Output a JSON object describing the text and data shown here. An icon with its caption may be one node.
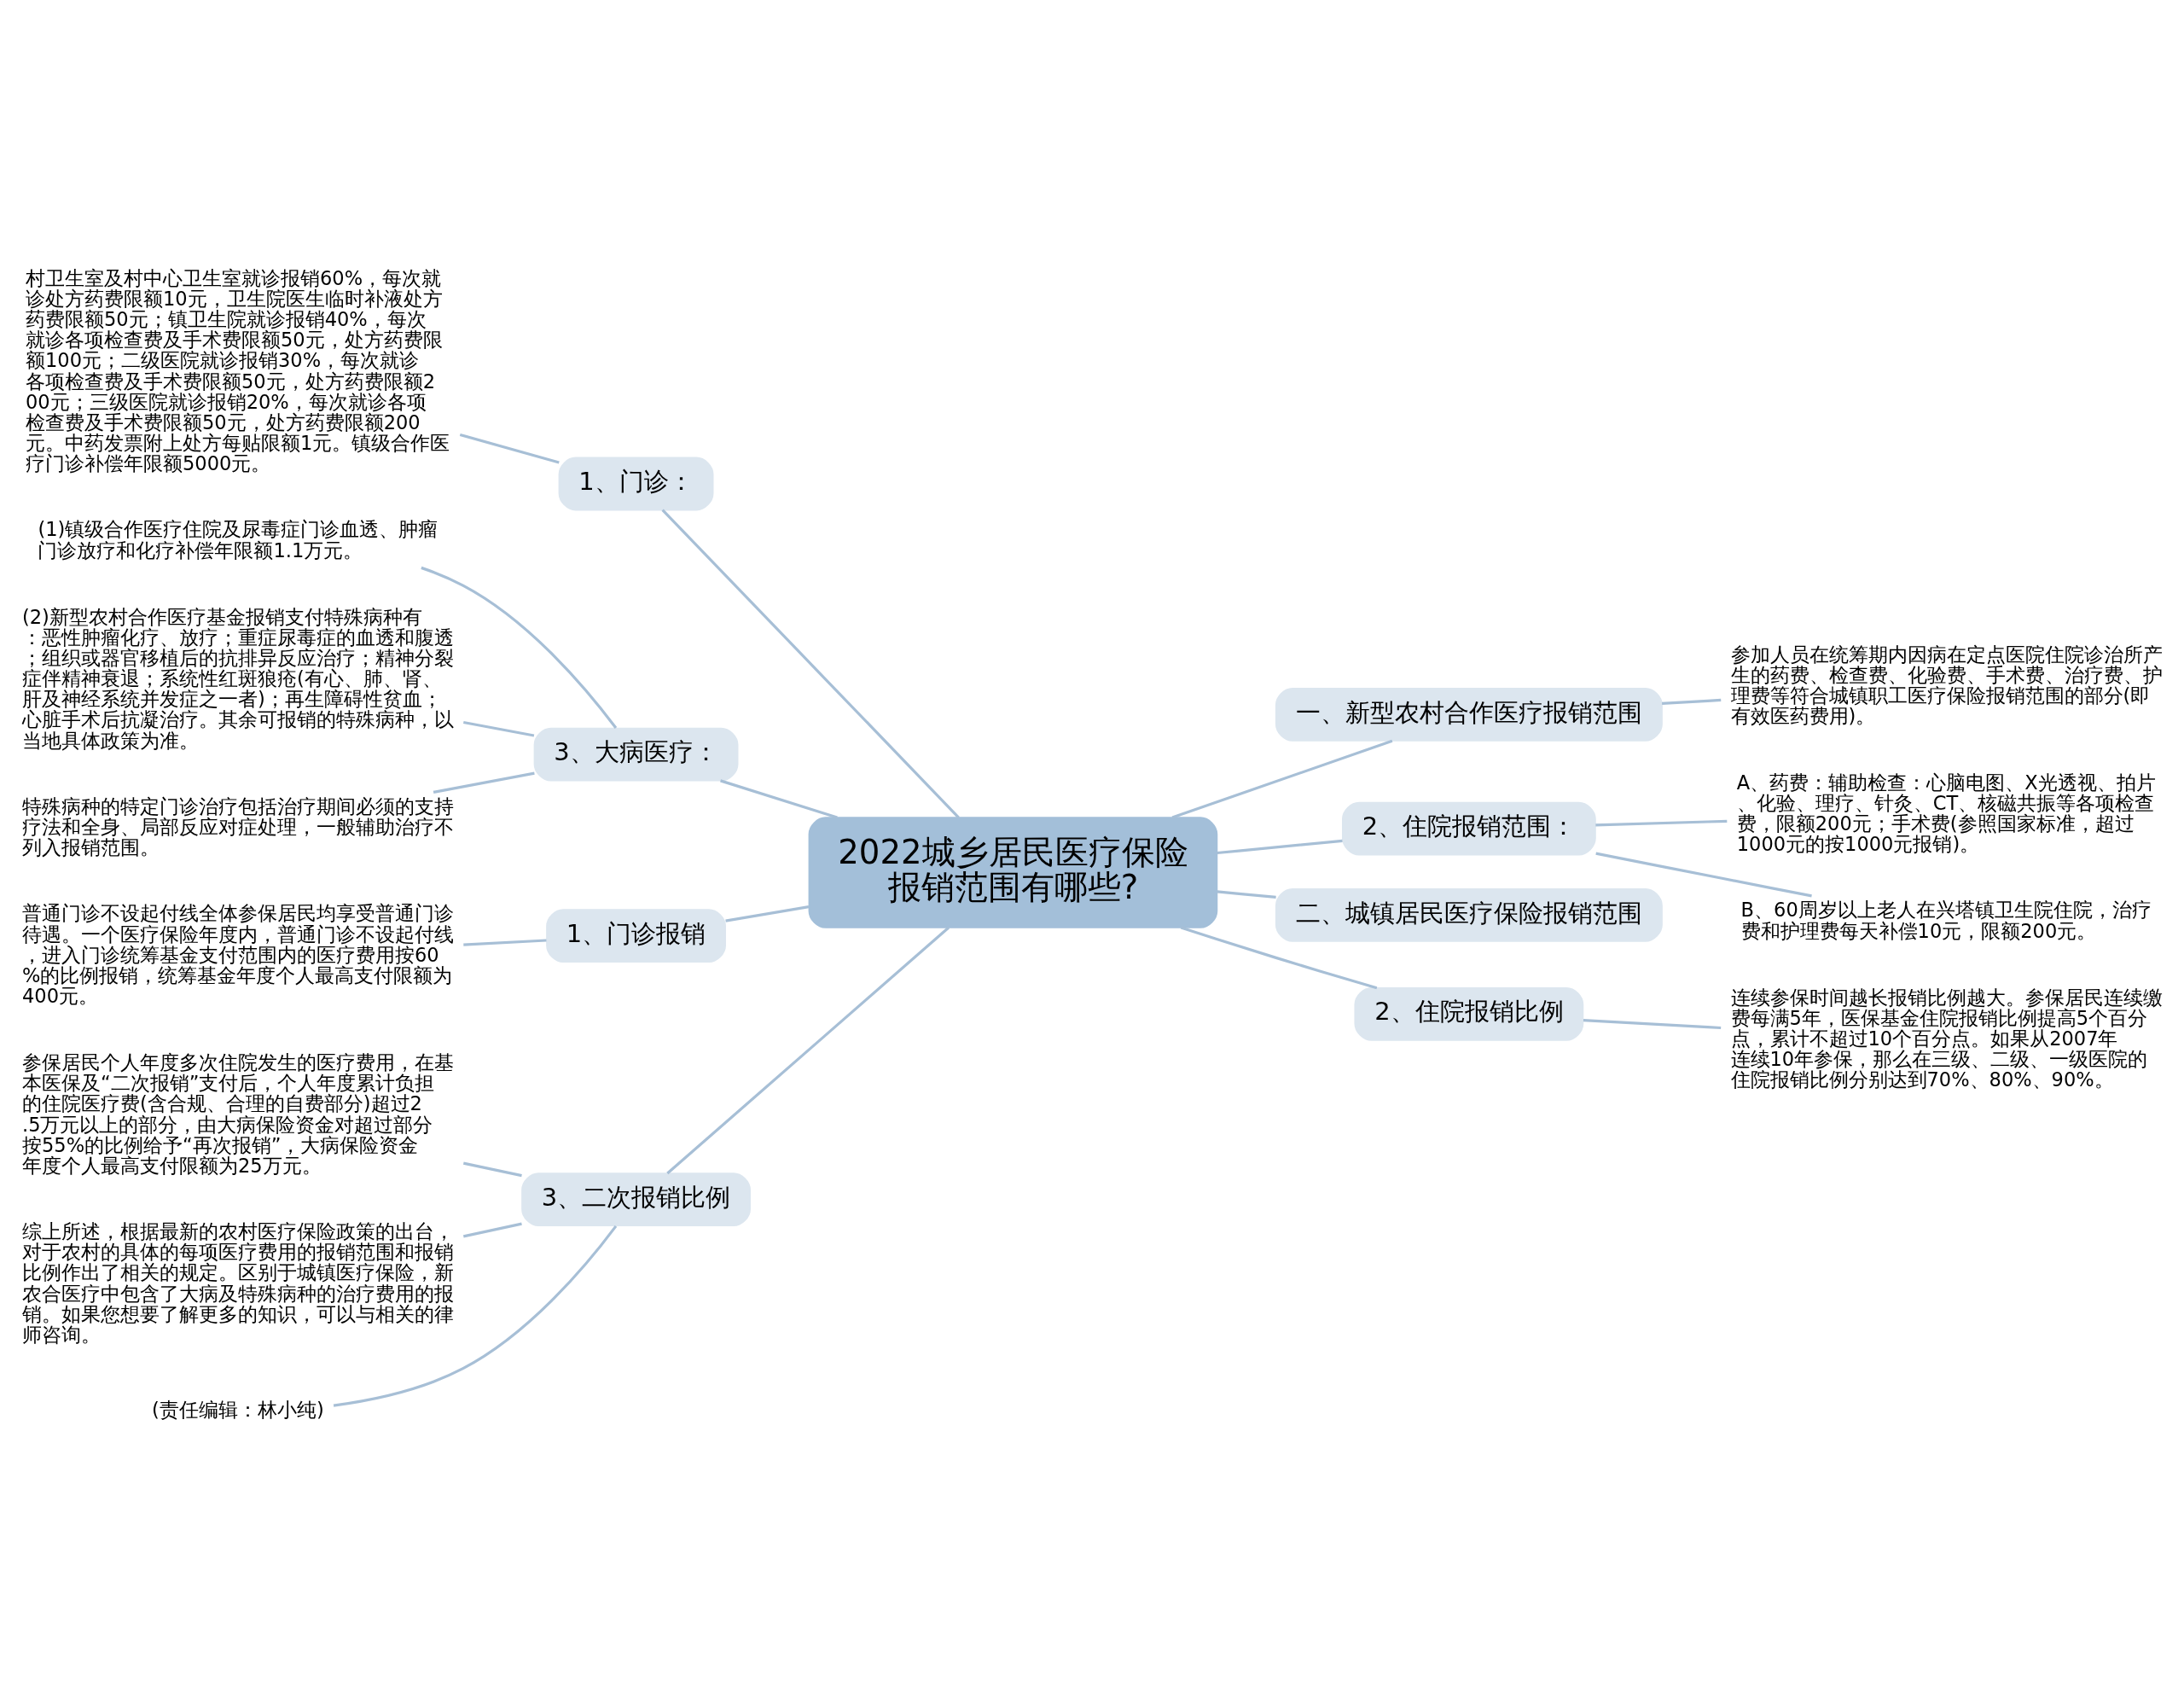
{
  "diagram": {
    "nodes": [
      {
        "text": [
          "2022城乡居民医疗保险报销范围有哪些?"
        ]
      },
      {
        "text": [
          "1、门诊："
        ]
      },
      {
        "text": [
          "村卫生室及村中心卫生室就诊报销60%，每次就诊处方药费限额10元，卫生院医生临时补液处方药费限额50元；镇卫生院就诊报销40%，每次就诊各项检查费及手术费限额50元，处方药费限额100元；二级医院就诊报销30%，每次就诊各项检查费及手术费限额50元，处方药费限额200元；三级医院就诊报销20%，每次就诊各项检查费及手术费限额50元，处方药费限额200元。中药发票附上处方每贴限额1元。镇级合作医疗门诊补偿年限额5000元。"
        ]
      },
      {
        "text": [
          "3、大病医疗："
        ]
      },
      {
        "text": [
          "(1)镇级合作医疗住院及尿毒症门诊血透、肿瘤门诊放疗和化疗补偿年限额1.1万元。"
        ]
      },
      {
        "text": [
          "(2)新型农村合作医疗基金报销支付特殊病种有：恶性肿瘤化疗、放疗；重症尿毒症的血透和腹透；组织或器官移植后的抗排异反应治疗；精神分裂症伴精神衰退；系统性红斑狼疮(有心、肺、肾、肝及神经系统并发症之一者)；再生障碍性贫血；心脏手术后抗凝治疗。其余可报销的特殊病种，以当地具体政策为准。"
        ]
      },
      {
        "text": [
          "特殊病种的特定门诊治疗包括治疗期间必须的支持疗法和全身、局部反应对症处理，一般辅助治疗不列入报销范围。"
        ]
      },
      {
        "text": [
          "1、门诊报销"
        ]
      },
      {
        "text": [
          "普通门诊不设起付线全体参保居民均享受普通门诊待遇。一个医疗保险年度内，普通门诊不设起付线，进入门诊统筹基金支付范围内的医疗费用按60%的比例报销，统筹基金年度个人最高支付限额为400元。"
        ]
      },
      {
        "text": [
          "3、二次报销比例"
        ]
      },
      {
        "text": [
          "参保居民个人年度多次住院发生的医疗费用，在基本医保及“二次报销”支付后，个人年度累计负担的住院医疗费(含合规、合理的自费部分)超过2.5万元以上的部分，由大病保险资金对超过部分按55%的比例给予“再次报销”，大病保险资金年度个人最高支付限额为25万元。"
        ]
      },
      {
        "text": [
          "综上所述，根据最新的农村医疗保险政策的出台，对于农村的具体的每项医疗费用的报销范围和报销比例作出了相关的规定。区别于城镇医疗保险，新农合医疗中包含了大病及特殊病种的治疗费用的报销。如果您想要了解更多的知识，可以与相关的律师咨询。"
        ]
      },
      {
        "text": [
          "(责任编辑：林小纯)"
        ]
      },
      {
        "text": [
          "一、新型农村合作医疗报销范围"
        ]
      },
      {
        "text": [
          "参加人员在统筹期内因病在定点医院住院诊治所产生的药费、检查费、化验费、手术费、治疗费、护理费等符合城镇职工医疗保险报销范围的部分(即有效医药费用)。"
        ]
      },
      {
        "text": [
          "2、住院报销范围："
        ]
      },
      {
        "text": [
          "A、药费：辅助检查：心脑电图、X光透视、拍片、化验、理疗、针灸、CT、核磁共振等各项检查费，限额200元；手术费(参照国家标准，超过1000元的按1000元报销)。"
        ]
      },
      {
        "text": [
          "B、60周岁以上老人在兴塔镇卫生院住院，治疗费和护理费每天补偿10元，限额200元。"
        ]
      },
      {
        "text": [
          "二、城镇居民医疗保险报销范围"
        ]
      },
      {
        "text": [
          "2、住院报销比例"
        ]
      },
      {
        "text": [
          "连续参保时间越长报销比例越大。参保居民连续缴费每满5年，医保基金住院报销比例提高5个百分点，累计不超过10个百分点。如果从2007年连续10年参保，那么在三级、二级、一级医院的住院报销比例分别达到70%、80%、90%。"
        ]
      }
    ],
    "edges": [
      {
        "from": 0,
        "to": 1,
        "arrow": "none"
      },
      {
        "from": 1,
        "to": 2,
        "arrow": "none"
      },
      {
        "from": 0,
        "to": 3,
        "arrow": "none"
      },
      {
        "from": 3,
        "to": 4,
        "arrow": "none"
      },
      {
        "from": 3,
        "to": 5,
        "arrow": "none"
      },
      {
        "from": 3,
        "to": 6,
        "arrow": "none"
      },
      {
        "from": 0,
        "to": 7,
        "arrow": "none"
      },
      {
        "from": 7,
        "to": 8,
        "arrow": "none"
      },
      {
        "from": 0,
        "to": 9,
        "arrow": "none"
      },
      {
        "from": 9,
        "to": 10,
        "arrow": "none"
      },
      {
        "from": 9,
        "to": 11,
        "arrow": "none"
      },
      {
        "from": 9,
        "to": 12,
        "arrow": "none"
      },
      {
        "from": 0,
        "to": 13,
        "arrow": "none"
      },
      {
        "from": 13,
        "to": 14,
        "arrow": "none"
      },
      {
        "from": 0,
        "to": 15,
        "arrow": "none"
      },
      {
        "from": 15,
        "to": 16,
        "arrow": "none"
      },
      {
        "from": 15,
        "to": 17,
        "arrow": "none"
      },
      {
        "from": 0,
        "to": 18,
        "arrow": "none"
      },
      {
        "from": 0,
        "to": 19,
        "arrow": "none"
      },
      {
        "from": 19,
        "to": 20,
        "arrow": "none"
      }
    ]
  }
}
